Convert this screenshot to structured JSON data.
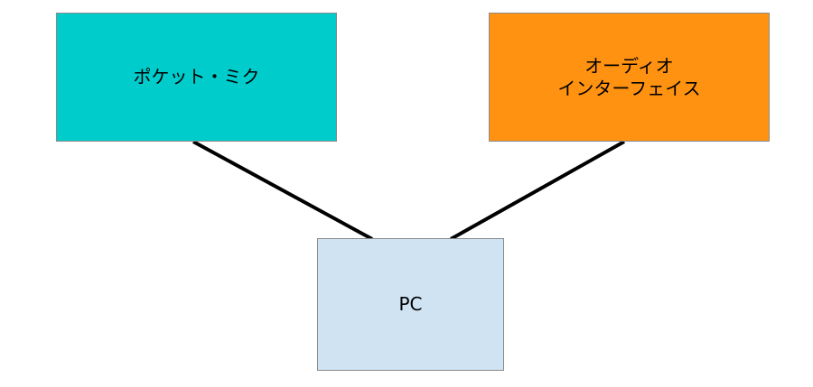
{
  "nodes": {
    "pocket_mic": {
      "label": "ポケット・ミク",
      "color": "#00cccc"
    },
    "audio_interface": {
      "label": "オーディオ\nインターフェイス",
      "color": "#ff9211"
    },
    "pc": {
      "label": "PC",
      "color": "#cfe3f3"
    }
  },
  "edges": [
    {
      "from": "pocket_mic",
      "to": "pc"
    },
    {
      "from": "audio_interface",
      "to": "pc"
    }
  ],
  "edge_color": "#000000"
}
